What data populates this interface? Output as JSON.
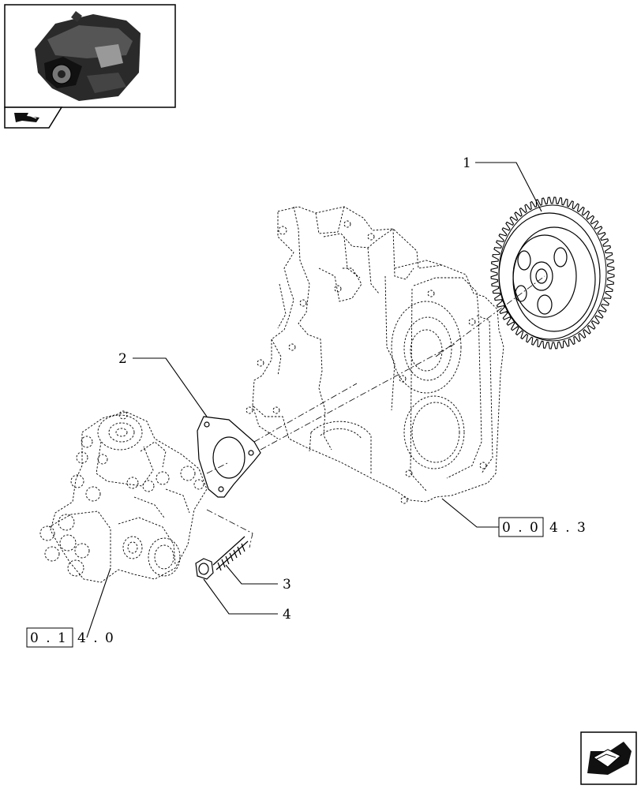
{
  "callouts": {
    "c1": "1",
    "c2": "2",
    "c3": "3",
    "c4": "4"
  },
  "references": {
    "ref_timing_case_box": "0 . 0",
    "ref_timing_case_tail": "4 . 3",
    "ref_pump_box": "0 . 1",
    "ref_pump_tail": "4 . 0"
  },
  "icons": {
    "thumbnail": "engine-thumbnail-icon",
    "thumb_tab": "previous-page-arrow-icon",
    "corner": "next-page-arrow-icon"
  }
}
